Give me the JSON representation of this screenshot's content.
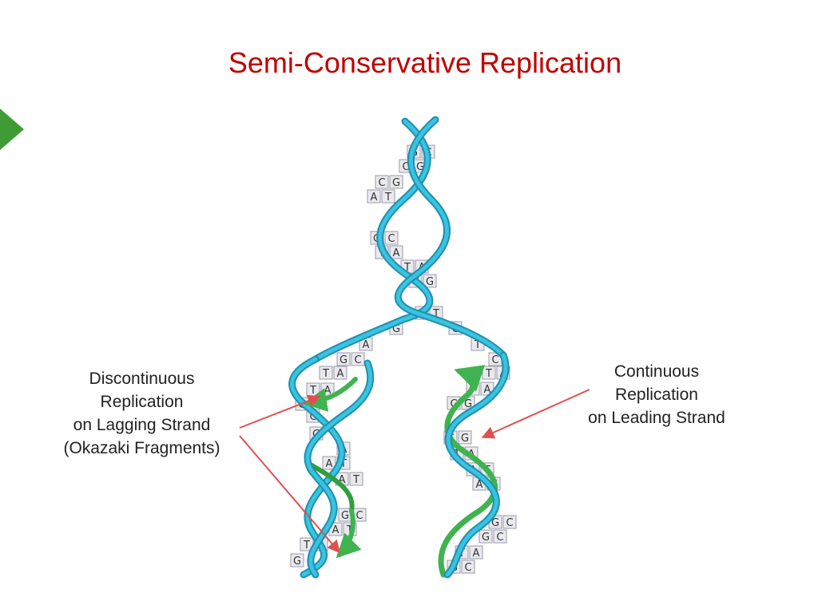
{
  "title": "Semi-Conservative Replication",
  "left_label": [
    "Discontinuous",
    "Replication",
    "on Lagging Strand",
    "(Okazaki Fragments)"
  ],
  "right_label": [
    "Continuous",
    "Replication",
    "on Leading Strand"
  ],
  "colors": {
    "title": "#c00000",
    "parent_strand": "#29a9c9",
    "new_strand": "#3fb34f",
    "pointer": "#e05050",
    "nav_arrow": "#3f9c35"
  },
  "base_pairs": {
    "parent": [
      [
        "G",
        "C"
      ],
      [
        "C",
        "G"
      ],
      [
        "C",
        "G"
      ],
      [
        "A",
        "T"
      ],
      [
        "G",
        "C"
      ],
      [
        "T",
        "A"
      ],
      [
        "T",
        "A"
      ],
      [
        "C",
        "G"
      ],
      [
        "A",
        "T"
      ]
    ],
    "fork_unpaired": [
      "G",
      "C",
      "A",
      "T",
      "C"
    ],
    "lagging": [
      [
        "G",
        "C"
      ],
      [
        "T",
        "A"
      ],
      [
        "T",
        "A"
      ],
      [
        "C",
        ""
      ],
      [
        "C",
        ""
      ],
      [
        "G",
        ""
      ],
      [
        "",
        "A"
      ],
      [
        "A",
        "T"
      ],
      [
        "A",
        "T"
      ],
      [
        "G",
        "C"
      ],
      [
        "A",
        "T"
      ],
      [
        "T",
        "A"
      ],
      [
        "G",
        ""
      ]
    ],
    "leading": [
      [
        "T",
        "A"
      ],
      [
        "T",
        "A"
      ],
      [
        "C",
        "G"
      ],
      [
        "C",
        "G"
      ],
      [
        "T",
        "A"
      ],
      [
        "A",
        "T"
      ],
      [
        "A",
        "T"
      ],
      [
        "G",
        "C"
      ],
      [
        "G",
        "C"
      ],
      [
        "T",
        "A"
      ],
      [
        "G",
        "C"
      ]
    ]
  }
}
